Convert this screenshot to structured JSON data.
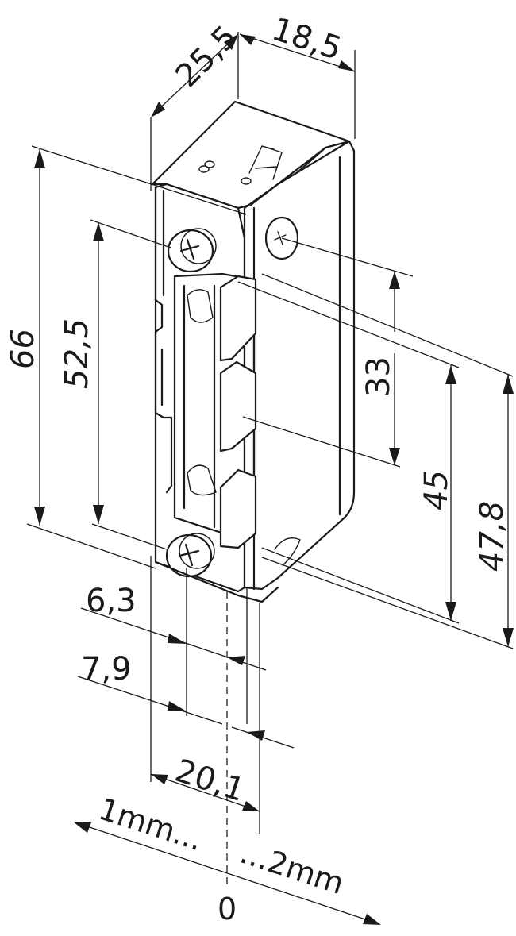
{
  "drawing": {
    "subject": "electric door strike",
    "line_color": "#1a1a1a",
    "background": "#ffffff"
  },
  "dimensions": {
    "depth_top": "25,5",
    "width_top": "18,5",
    "height_total": "66",
    "height_screw_spacing": "52,5",
    "latch_height": "33",
    "faceplate_inner_height": "45",
    "faceplate_outer_height": "47,8",
    "offset_screw_to_latch": "6,3",
    "offset_screw_to_zero": "7,9",
    "overall_depth": "20,1"
  },
  "adjustment": {
    "left_label": "1mm...",
    "right_label": "...2mm",
    "zero_label": "0"
  }
}
